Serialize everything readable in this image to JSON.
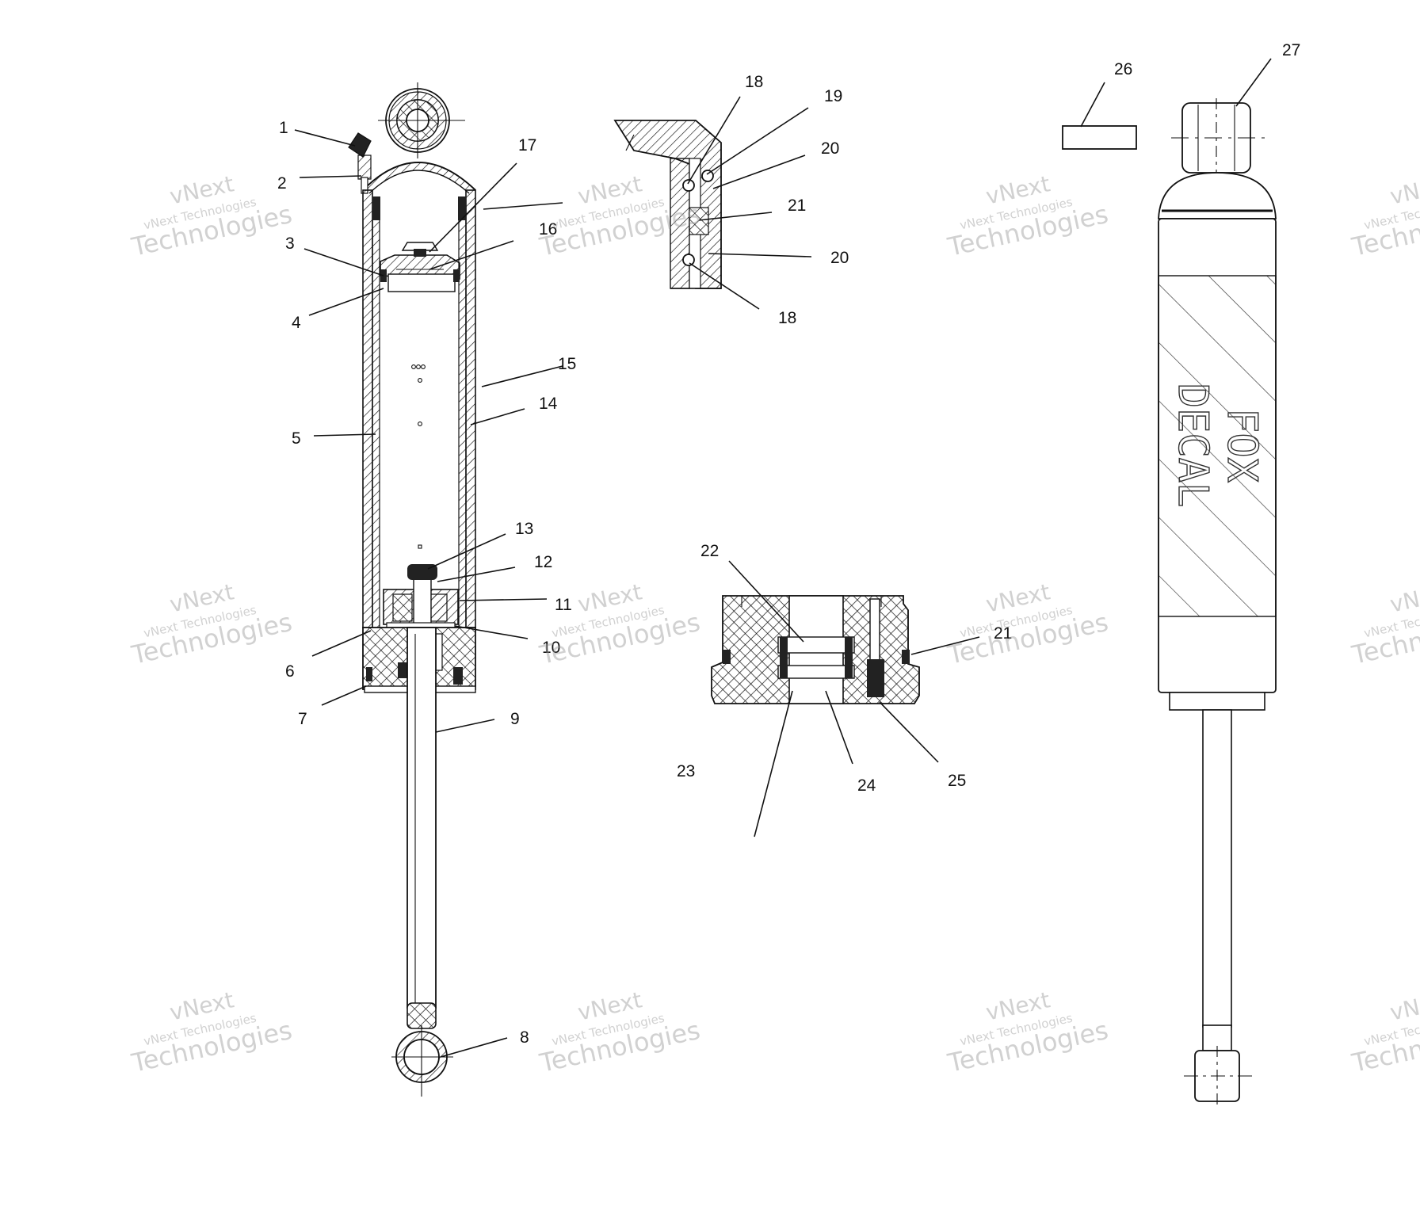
{
  "callouts": {
    "c1": "1",
    "c2": "2",
    "c3": "3",
    "c4": "4",
    "c5": "5",
    "c6": "6",
    "c7": "7",
    "c8": "8",
    "c9": "9",
    "c10": "10",
    "c11": "11",
    "c12": "12",
    "c13": "13",
    "c14": "14",
    "c15": "15",
    "c16": "16",
    "c17": "17",
    "c18a": "18",
    "c19": "19",
    "c20a": "20",
    "c21a": "21",
    "c20b": "20",
    "c18b": "18",
    "c22": "22",
    "c21b": "21",
    "c23": "23",
    "c24": "24",
    "c25": "25",
    "c26": "26",
    "c27": "27"
  },
  "decal": {
    "line1": "FOX",
    "line2": "DECAL"
  },
  "watermark": {
    "line1": "vNext",
    "line2": "vNext Technologies",
    "line3": "Technologies"
  },
  "colors": {
    "line": "#111111",
    "watermark": "#9a9a9a",
    "background": "#ffffff"
  }
}
